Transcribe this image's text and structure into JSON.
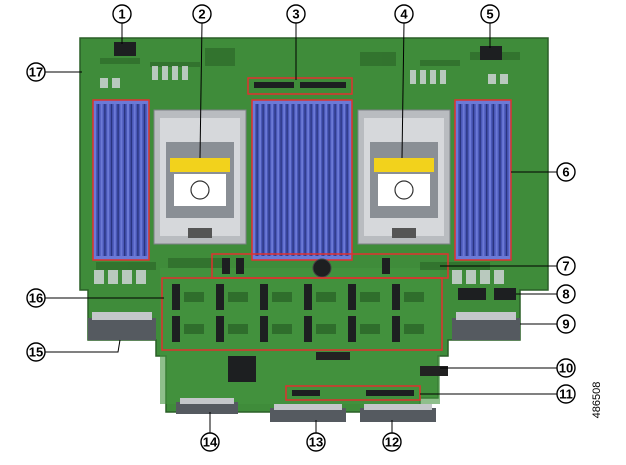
{
  "figure": {
    "id_text": "486508"
  },
  "callouts": [
    {
      "n": "1"
    },
    {
      "n": "2"
    },
    {
      "n": "3"
    },
    {
      "n": "4"
    },
    {
      "n": "5"
    },
    {
      "n": "6"
    },
    {
      "n": "7"
    },
    {
      "n": "8"
    },
    {
      "n": "9"
    },
    {
      "n": "10"
    },
    {
      "n": "11"
    },
    {
      "n": "12"
    },
    {
      "n": "13"
    },
    {
      "n": "14"
    },
    {
      "n": "15"
    },
    {
      "n": "16"
    },
    {
      "n": "17"
    }
  ],
  "colors": {
    "board": "#3f8c3a",
    "board_dark": "#2f6e2c",
    "dimm": "#4a58b8",
    "dimm_dark": "#2a3580",
    "highlight": "#e0312f",
    "socket": "#b9bcc0",
    "cpu_top": "#8a8f95",
    "warning": "#f2d21c",
    "connector": "#555a60"
  }
}
